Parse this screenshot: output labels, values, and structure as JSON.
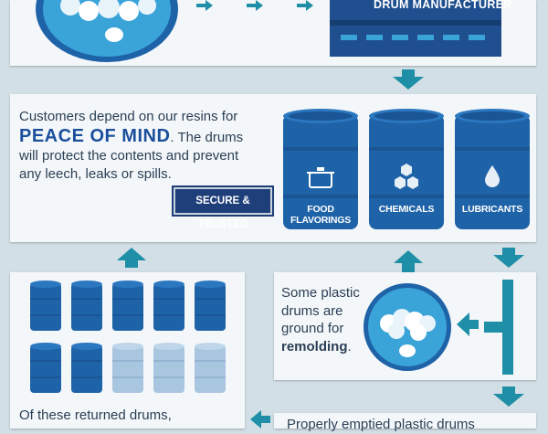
{
  "top": {
    "manufacturer_label": "DRUM MANUFACTURER"
  },
  "resins": {
    "text_before": "Customers depend on our resins for",
    "highlight": "PEACE OF MIND",
    "text_after_1": ". The drums",
    "text_after_2": "will protect the contents and prevent",
    "text_after_3": "any leech, leaks or spills.",
    "badge": "SECURE & TRUSTED",
    "barrels": [
      {
        "label": "FOOD FLAVORINGS",
        "icon": "pot-icon"
      },
      {
        "label": "CHEMICALS",
        "icon": "hexagons-icon"
      },
      {
        "label": "LUBRICANTS",
        "icon": "drop-icon"
      }
    ]
  },
  "returned": {
    "caption": "Of these returned drums,"
  },
  "remold": {
    "line1": "Some plastic",
    "line2": "drums are",
    "line3": "ground for",
    "bold": "remolding",
    "period": "."
  },
  "bottom": {
    "partial_text": "Properly emptied plastic drums"
  },
  "colors": {
    "drum_blue": "#1e63a8",
    "drum_light": "#a9c6e0",
    "arrow_teal": "#1e8fa6",
    "panel": "#f4f7f9",
    "background": "#d3dfe6"
  }
}
